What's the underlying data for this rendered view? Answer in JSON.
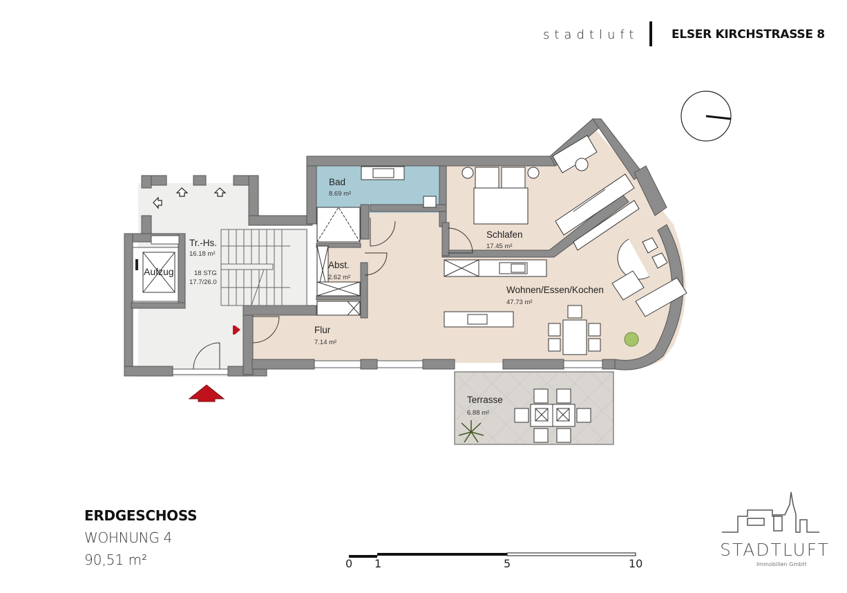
{
  "header": {
    "brand": "stadtluft",
    "address": "ELSER KIRCHSTRASSE 8"
  },
  "plan": {
    "rooms": [
      {
        "id": "treppenhaus",
        "label": "Tr.-Hs.",
        "area": "16.18 m²",
        "extra1": "18 STG",
        "extra2": "17.7/26.0"
      },
      {
        "id": "aufzug",
        "label": "Aufzug"
      },
      {
        "id": "bad",
        "label": "Bad",
        "area": "8.69 m²"
      },
      {
        "id": "abstellraum",
        "label": "Abst.",
        "area": "2.62 m²"
      },
      {
        "id": "flur",
        "label": "Flur",
        "area": "7.14 m²"
      },
      {
        "id": "schlafen",
        "label": "Schlafen",
        "area": "17.45 m²"
      },
      {
        "id": "wohnen",
        "label": "Wohnen/Essen/Kochen",
        "area": "47.73 m²"
      },
      {
        "id": "terrasse",
        "label": "Terrasse",
        "area": "6.88 m²"
      }
    ],
    "colors": {
      "wall": "#8c8c8c",
      "wall_outline": "#555555",
      "living_floor": "#eddfd2",
      "bath_floor": "#a9cbd6",
      "stair_floor": "#efefed",
      "terrace_floor": "#d9d5d0",
      "entrance_arrow": "#c0121c"
    }
  },
  "footer": {
    "floor": "ERDGESCHOSS",
    "unit": "WOHNUNG 4",
    "total_area": "90,51 m²"
  },
  "scale_bar": {
    "labels": [
      "0",
      "1",
      "5",
      "10"
    ]
  },
  "logo": {
    "name": "STADTLUFT",
    "subtitle": "Immobilien GmbH"
  },
  "icons": {
    "north": "compass-icon",
    "entrance": "entrance-arrow-icon"
  }
}
